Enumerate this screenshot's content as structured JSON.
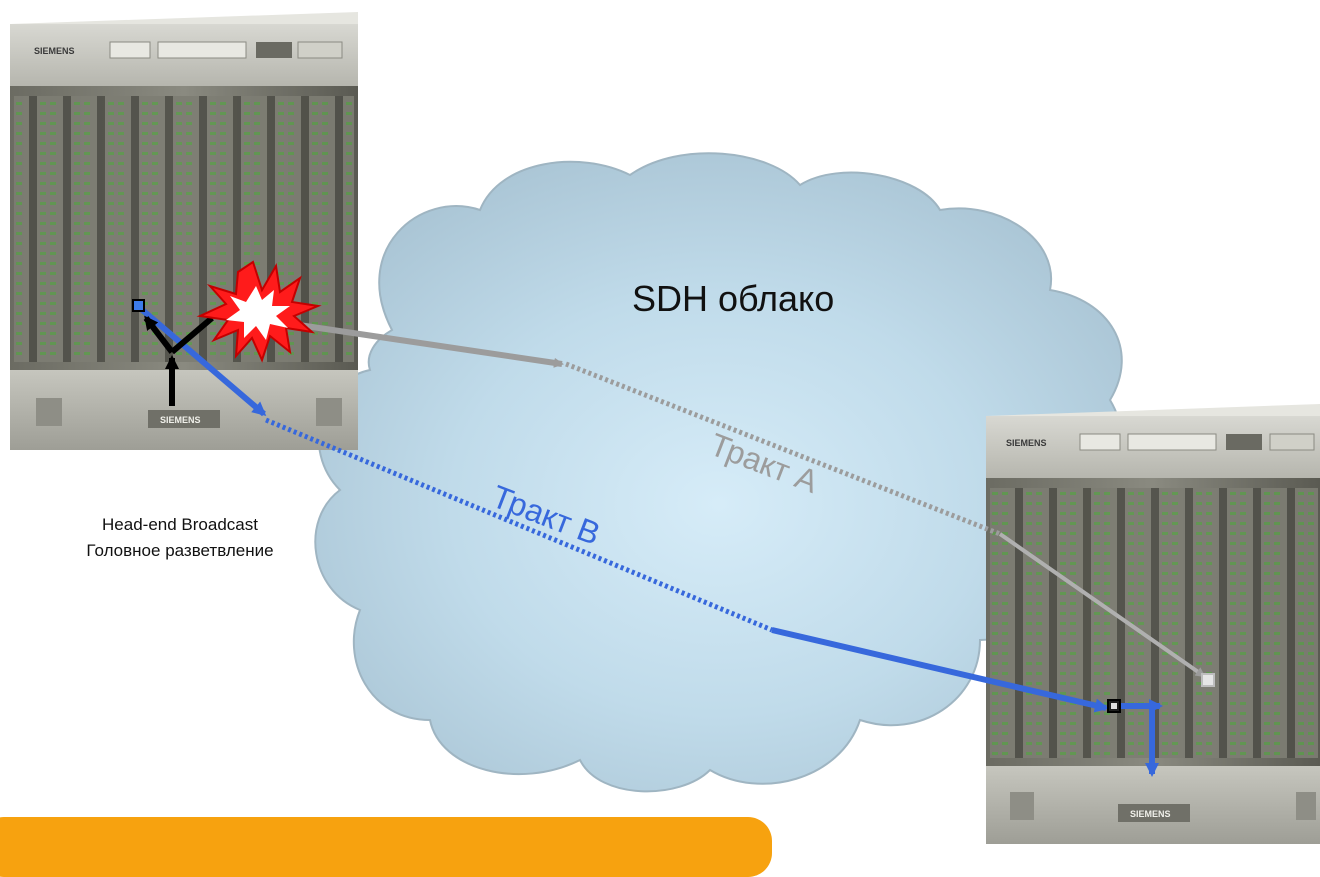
{
  "cloud": {
    "label": "SDH облако",
    "fill": "#b3cbda"
  },
  "paths": {
    "a": {
      "label": "Тракт A",
      "color": "#9c9c9c"
    },
    "b": {
      "label": "Тракт B",
      "color": "#3768dc"
    }
  },
  "head_end": {
    "line1": "Head-end Broadcast",
    "line2": "Головное разветвление"
  },
  "device_left": {
    "brand": "SIEMENS",
    "base_label": "SIEMENS"
  },
  "device_right": {
    "brand": "SIEMENS",
    "base_label": "SIEMENS"
  },
  "footer": {
    "color": "#f7a20f"
  }
}
